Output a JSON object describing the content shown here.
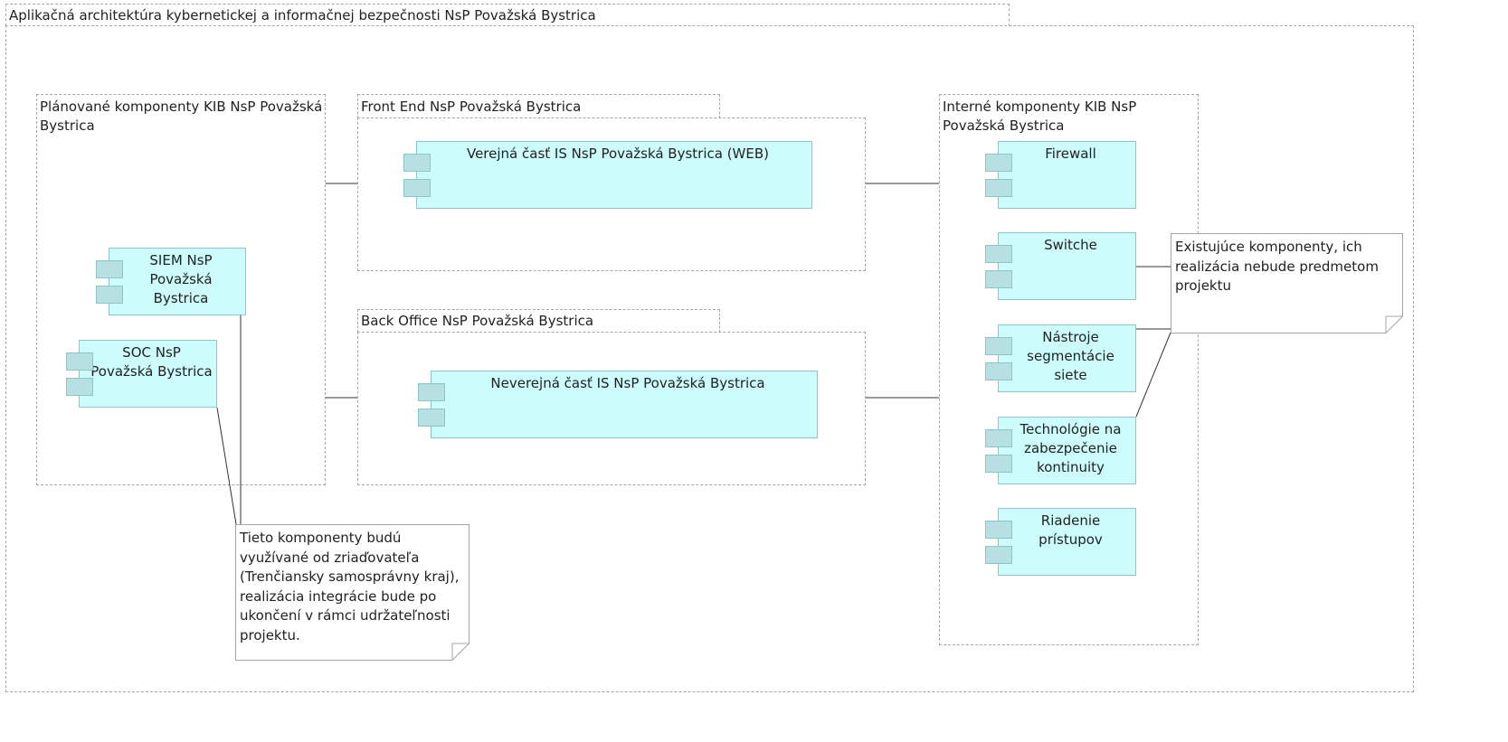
{
  "diagram": {
    "title": "Aplikačná architektúra kybernetickej a informačnej bezpečnosti NsP Považská Bystrica",
    "groups": {
      "planned": {
        "label": "Plánované komponenty KIB NsP Považská Bystrica",
        "components": {
          "siem": "SIEM NsP Považská Bystrica",
          "soc": "SOC NsP Považská Bystrica"
        }
      },
      "front_end": {
        "label": "Front End NsP Považská Bystrica",
        "components": {
          "web": "Verejná časť IS NsP Považská Bystrica (WEB)"
        }
      },
      "back_office": {
        "label": "Back Office NsP Považská Bystrica",
        "components": {
          "internal": "Neverejná časť IS NsP Považská Bystrica"
        }
      },
      "internal": {
        "label": "Interné komponenty KIB NsP Považská Bystrica",
        "components": {
          "firewall": "Firewall",
          "switche": "Switche",
          "segmentation": "Nástroje segmentácie siete",
          "continuity": "Technológie na zabezpečenie kontinuity",
          "access": "Riadenie prístupov"
        }
      }
    },
    "notes": {
      "existing": "Existujúce komponenty, ich realizácia nebude predmetom projektu",
      "founder": "Tieto komponenty budú využívané od zriaďovateľa (Trenčiansky samosprávny kraj), realizácia integrácie bude po ukončení v rámci udržateľnosti projektu."
    },
    "colors": {
      "component_fill": "#ccfcfc",
      "component_border": "#8fc4c8",
      "component_tab": "#b7e0e2",
      "group_border": "#a6a6a6",
      "connector": "#333333"
    }
  }
}
